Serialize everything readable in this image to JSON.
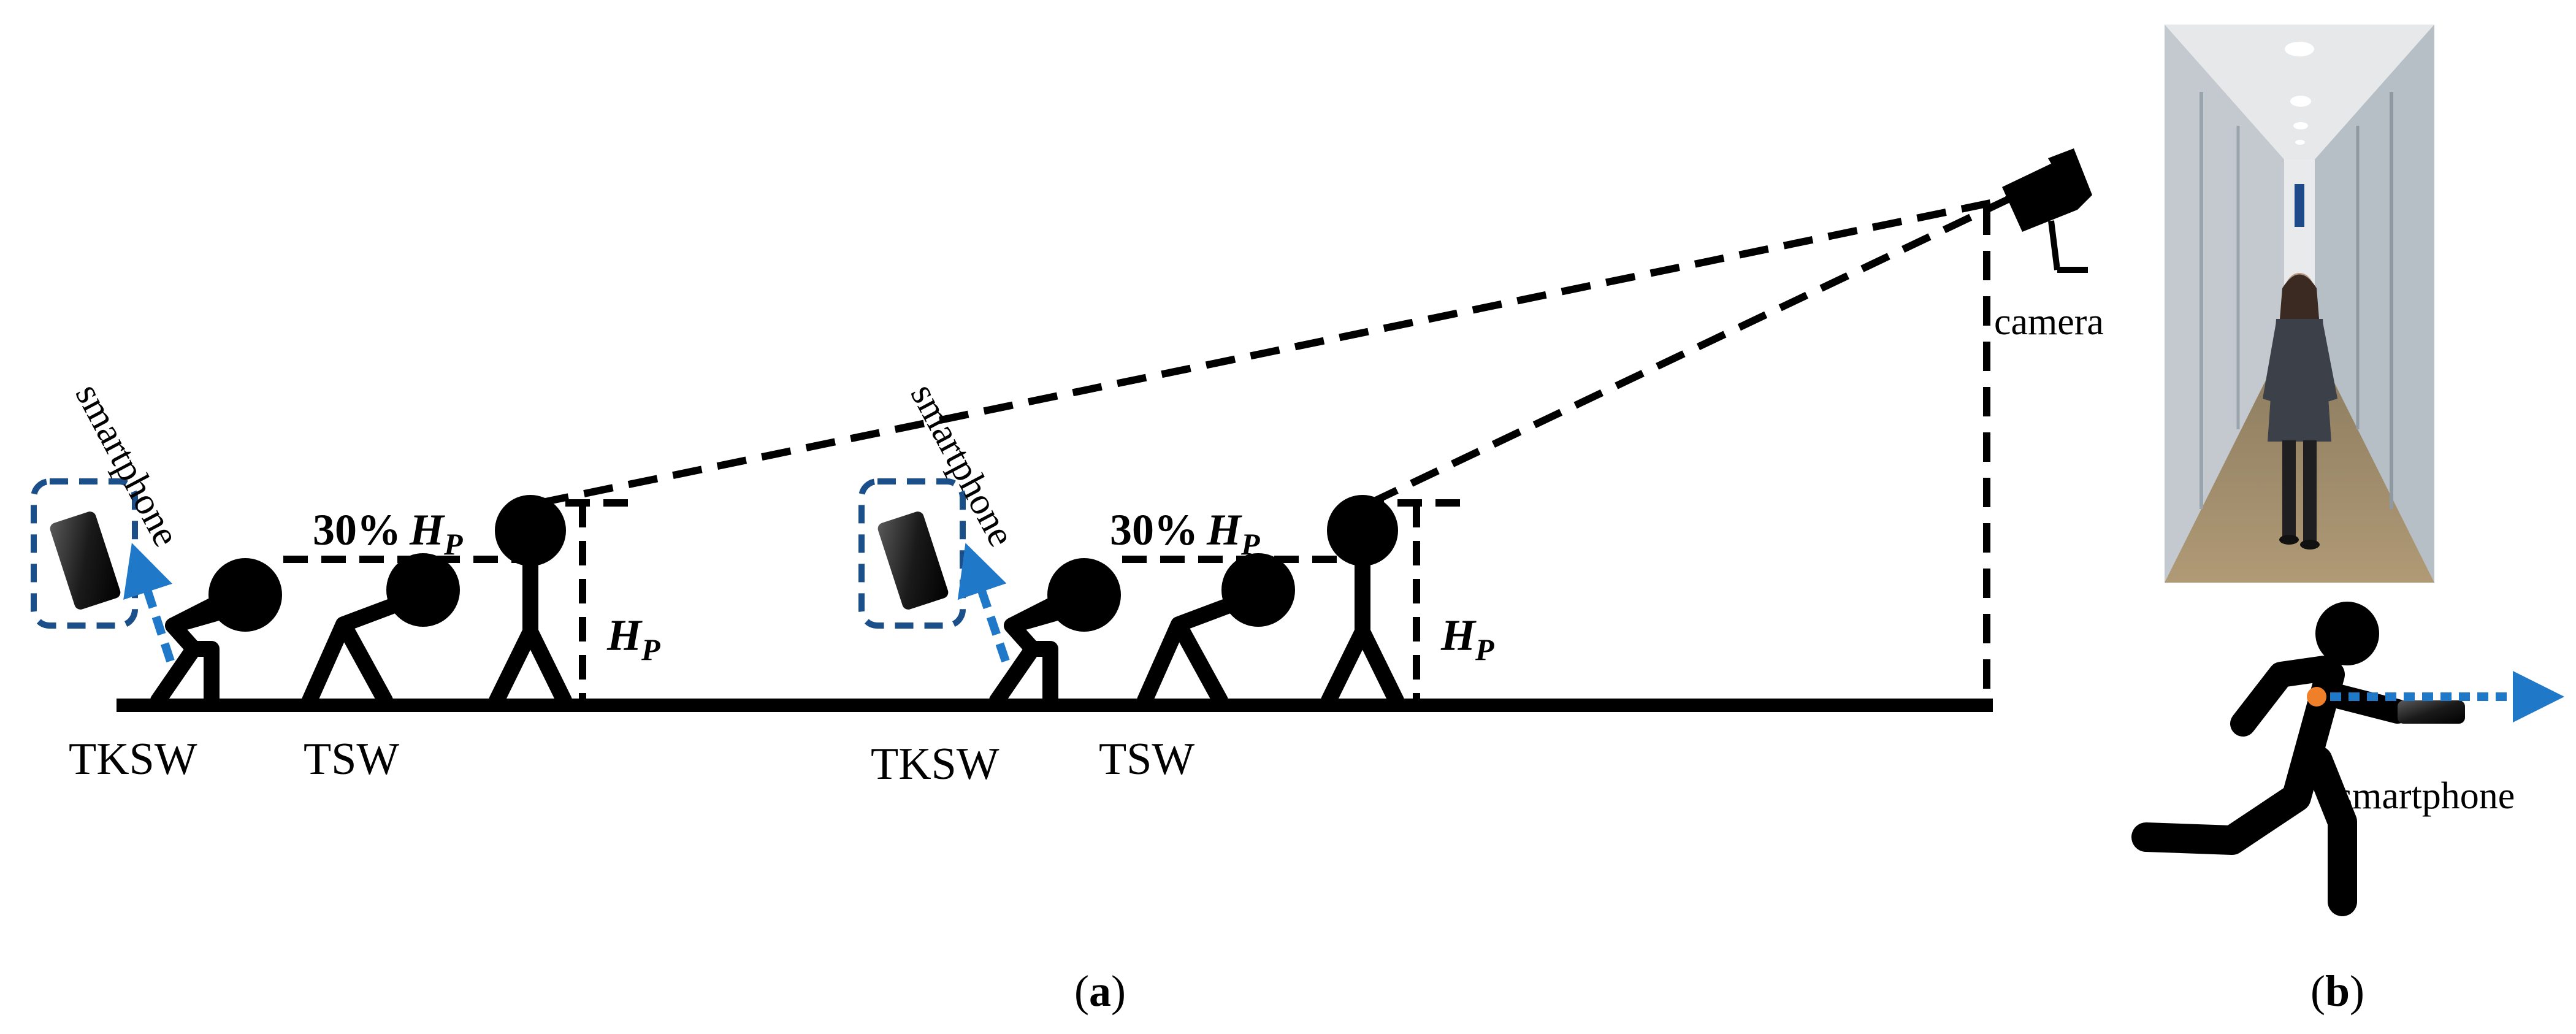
{
  "panel_a": {
    "group_left": {
      "smartphone_label": "smartphone",
      "tksw_label": "TKSW",
      "tsw_label": "TSW",
      "percent_text": "30%",
      "height_symbol": "H",
      "height_subscript": "P"
    },
    "group_right": {
      "smartphone_label": "smartphone",
      "tksw_label": "TKSW",
      "tsw_label": "TSW",
      "percent_text": "30%",
      "height_symbol": "H",
      "height_subscript": "P"
    },
    "camera_label": "camera",
    "caption_open": "(",
    "caption_letter": "a",
    "caption_close": ")"
  },
  "panel_b": {
    "smartphone_label": "smartphone",
    "caption_open": "(",
    "caption_letter": "b",
    "caption_close": ")"
  },
  "colors": {
    "arrow_blue": "#1f78c8",
    "box_blue": "#1b4f8a",
    "dot_orange": "#f07f2a",
    "figure_black": "#000000"
  }
}
